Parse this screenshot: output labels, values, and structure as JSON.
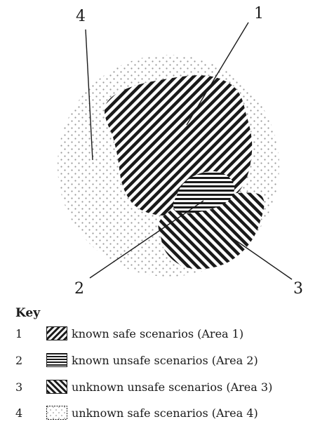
{
  "diagram": {
    "callouts": [
      "1",
      "2",
      "3",
      "4"
    ]
  },
  "key": {
    "title": "Key",
    "items": [
      {
        "number": "1",
        "pattern": "diagonal-up",
        "label": "known safe scenarios (Area 1)"
      },
      {
        "number": "2",
        "pattern": "horizontal",
        "label": "known unsafe scenarios (Area 2)"
      },
      {
        "number": "3",
        "pattern": "diagonal-down",
        "label": "unknown unsafe scenarios (Area 3)"
      },
      {
        "number": "4",
        "pattern": "dots",
        "label": "unknown safe scenarios (Area 4)"
      }
    ]
  },
  "colors": {
    "ink": "#1a1a1a",
    "dot": "#9a9a9a",
    "background": "#ffffff"
  }
}
